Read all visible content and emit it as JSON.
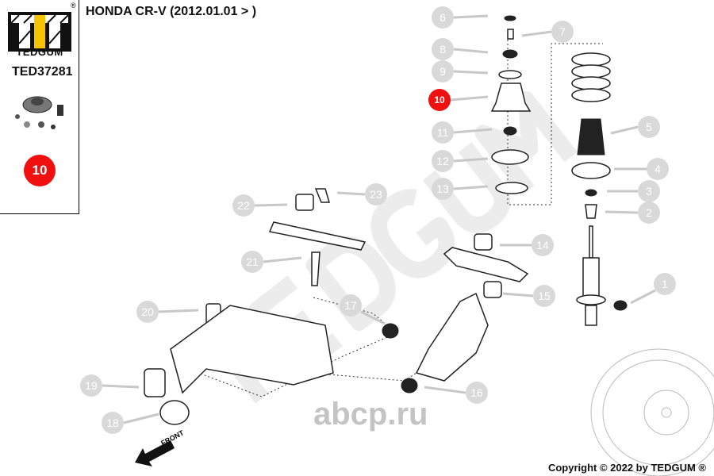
{
  "header": {
    "title": "HONDA CR-V  (2012.01.01 > )"
  },
  "sidebar": {
    "brand": "TEDGUM",
    "registered": "®",
    "part_number": "TED37281",
    "selected_position": "10"
  },
  "watermarks": {
    "brand": "TEDGUM",
    "site": "abcp.ru"
  },
  "diagram": {
    "front_label": "FRONT",
    "callouts": [
      "1",
      "2",
      "3",
      "4",
      "5",
      "6",
      "7",
      "8",
      "9",
      "10",
      "11",
      "12",
      "13",
      "14",
      "15",
      "16",
      "17",
      "18",
      "19",
      "20",
      "21",
      "22",
      "23"
    ],
    "highlighted": "10"
  },
  "footer": {
    "copyright": "Copyright © 2022 by TEDGUM ®"
  },
  "colors": {
    "highlight": "#f01010",
    "callout": "#d9d9d9",
    "logo_yellow": "#f5c400"
  }
}
